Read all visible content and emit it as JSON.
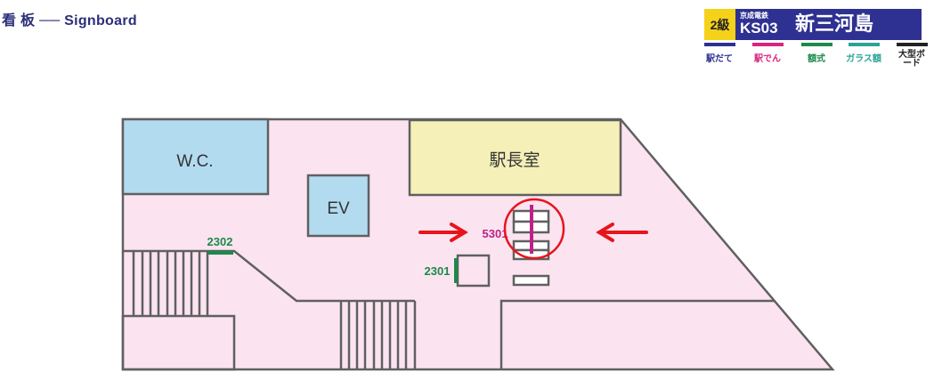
{
  "header": {
    "title": "看 板 ── Signboard"
  },
  "station_badge": {
    "grade": "2級",
    "line": "京成電鉄",
    "code": "KS03",
    "name": "新三河島"
  },
  "legend": [
    {
      "label": "駅だて",
      "color": "#2e3192"
    },
    {
      "label": "駅でん",
      "color": "#d6257d"
    },
    {
      "label": "額式",
      "color": "#1b8a4a"
    },
    {
      "label": "ガラス額",
      "color": "#2aa396"
    },
    {
      "label": "大型ボード",
      "color": "#222222"
    }
  ],
  "floor_plan": {
    "rooms": {
      "wc": "W.C.",
      "ev": "EV",
      "station_office": "駅長室"
    },
    "signs": [
      {
        "id": "2302",
        "color": "#1b8a4a"
      },
      {
        "id": "2301",
        "color": "#1b8a4a"
      },
      {
        "id": "5301",
        "color": "#c0208a"
      }
    ]
  }
}
